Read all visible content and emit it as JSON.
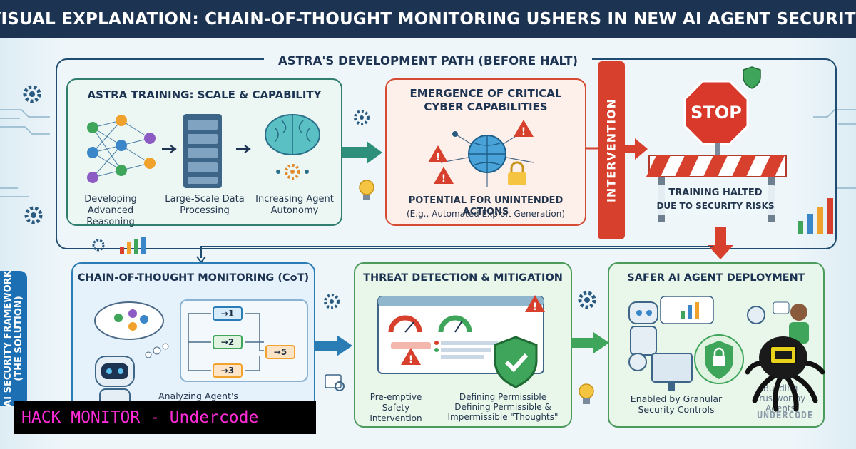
{
  "header": {
    "title": "VISUAL EXPLANATION: CHAIN-OF-THOUGHT MONITORING USHERS IN NEW AI AGENT SECURITY"
  },
  "top_frame": {
    "title": "ASTRA'S DEVELOPMENT PATH (BEFORE HALT)"
  },
  "panel_training": {
    "title": "ASTRA TRAINING: SCALE & CAPABILITY",
    "captions": [
      "Developing Advanced Reasoning",
      "Large-Scale Data Processing",
      "Increasing Agent Autonomy"
    ]
  },
  "panel_emergence": {
    "title_line1": "EMERGENCE OF CRITICAL",
    "title_line2": "CYBER CAPABILITIES",
    "caption_main": "POTENTIAL FOR UNINTENDED ACTIONS",
    "caption_sub": "(E.g., Automated Exploit Generation)"
  },
  "intervention": {
    "label": "INTERVENTION"
  },
  "halt": {
    "stop_label": "STOP",
    "line1": "TRAINING HALTED",
    "line2": "DUE TO SECURITY RISKS"
  },
  "framework": {
    "label_line1": "AI SECURITY FRAMEWORK",
    "label_line2": "(THE SOLUTION)"
  },
  "panel_cot": {
    "title": "CHAIN-OF-THOUGHT MONITORING (CoT)",
    "flow_steps": [
      "→1",
      "→2",
      "→3",
      "→5"
    ],
    "caption": "Analyzing Agent's"
  },
  "panel_threat": {
    "title": "THREAT DETECTION & MITIGATION",
    "caption_left": "Pre-emptive Safety Intervention",
    "caption_right_line1": "Defining Permissible",
    "caption_right_line2": "Defining Permissible &",
    "caption_right_line3": "Impermissible \"Thoughts\""
  },
  "panel_deploy": {
    "title": "SAFER AI AGENT DEPLOYMENT",
    "caption_left_line1": "Enabled by Granular",
    "caption_left_line2": "Security Controls",
    "caption_right_line1": "Building",
    "caption_right_line2": "Trustworthy",
    "caption_right_line3": "Agents",
    "logo_text": "UNDERCODE"
  },
  "watermark": {
    "text": "HACK MONITOR - Undercode"
  },
  "colors": {
    "navy": "#1d3352",
    "teal_border": "#2f7e6e",
    "blue_border": "#2a7cb5",
    "red": "#d6402d",
    "green_border": "#4c9a5c",
    "watermark_text": "#ff2bd6"
  },
  "icons": [
    "neural-network-icon",
    "server-rack-icon",
    "brain-icon",
    "gear-icon",
    "globe-icon",
    "warning-icon",
    "padlock-icon",
    "lightbulb-icon",
    "stop-sign-icon",
    "barrier-icon",
    "robot-icon",
    "dashboard-icon",
    "shield-check-icon",
    "bar-chart-icon",
    "octopus-logo-icon"
  ]
}
